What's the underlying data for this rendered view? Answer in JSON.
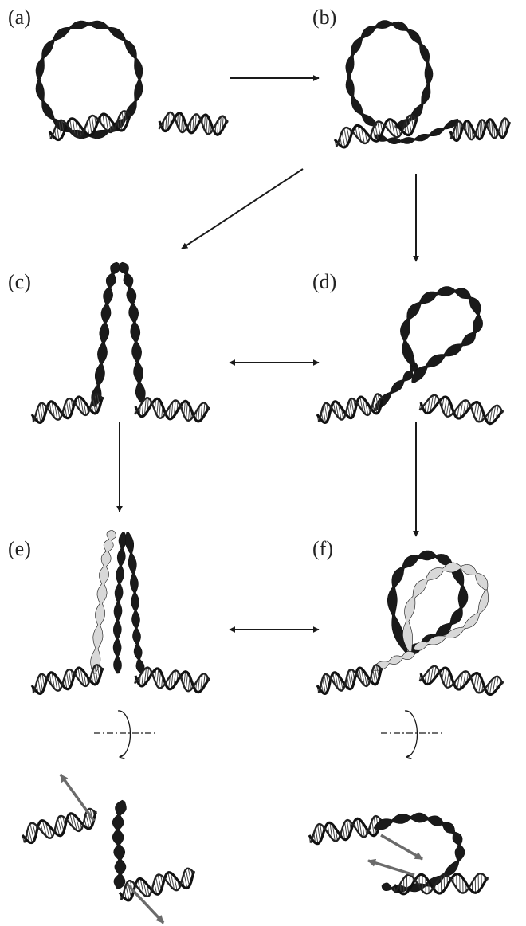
{
  "panels": [
    {
      "id": "a",
      "label": "(a)"
    },
    {
      "id": "b",
      "label": "(b)"
    },
    {
      "id": "c",
      "label": "(c)"
    },
    {
      "id": "d",
      "label": "(d)"
    },
    {
      "id": "e",
      "label": "(e)"
    },
    {
      "id": "f",
      "label": "(f)"
    }
  ],
  "colors": {
    "ribbon_dark": "#1a1a1a",
    "ribbon_light": "#d8d8d8",
    "arrow": "#1a1a1a",
    "gray_arrow": "#6b6b6b"
  }
}
